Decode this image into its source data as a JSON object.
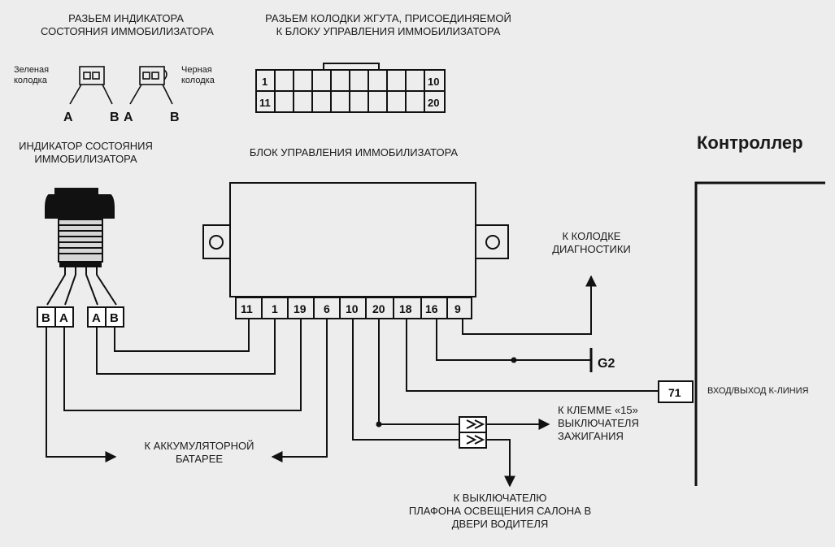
{
  "labels": {
    "indicator_connector_title_1": "РАЗЬЕМ ИНДИКАТОРА",
    "indicator_connector_title_2": "СОСТОЯНИЯ ИММОБИЛИЗАТОРА",
    "green_block_1": "Зеленая",
    "green_block_2": "колодка",
    "black_block_1": "Черная",
    "black_block_2": "колодка",
    "harness_title_1": "РАЗЬЕМ КОЛОДКИ ЖГУТА, ПРИСОЕДИНЯЕМОЙ",
    "harness_title_2": "К БЛОКУ УПРАВЛЕНИЯ ИММОБИЛИЗАТОРА",
    "indicator_title_1": "ИНДИКАТОР СОСТОЯНИЯ",
    "indicator_title_2": "ИММОБИЛИЗАТОРА",
    "ecu_title": "БЛОК УПРАВЛЕНИЯ ИММОБИЛИЗАТОРА",
    "controller": "Контроллер",
    "diag_1": "К КОЛОДКЕ",
    "diag_2": "ДИАГНОСТИКИ",
    "ground": "G2",
    "kline": "ВХОД/ВЫХОД К-ЛИНИЯ",
    "ignition_1": "К КЛЕММЕ «15»",
    "ignition_2": "ВЫКЛЮЧАТЕЛЯ",
    "ignition_3": "ЗАЖИГАНИЯ",
    "battery_1": "К АККУМУЛЯТОРНОЙ",
    "battery_2": "БАТАРЕЕ",
    "lamp_1": "К ВЫКЛЮЧАТЕЛЮ",
    "lamp_2": "ПЛАФОНА ОСВЕЩЕНИЯ САЛОНА В",
    "lamp_3": "ДВЕРИ ВОДИТЕЛЯ"
  },
  "connector_pins": {
    "left_green": [
      "A",
      "B"
    ],
    "right_black": [
      "A",
      "B"
    ]
  },
  "harness_pins": {
    "top_left": "1",
    "top_right": "10",
    "bottom_left": "11",
    "bottom_right": "20"
  },
  "indicator_terminals": [
    "B",
    "A",
    "A",
    "B"
  ],
  "ecu_pins": [
    "11",
    "1",
    "19",
    "6",
    "10",
    "20",
    "18",
    "16",
    "9"
  ],
  "controller_pin": "71"
}
